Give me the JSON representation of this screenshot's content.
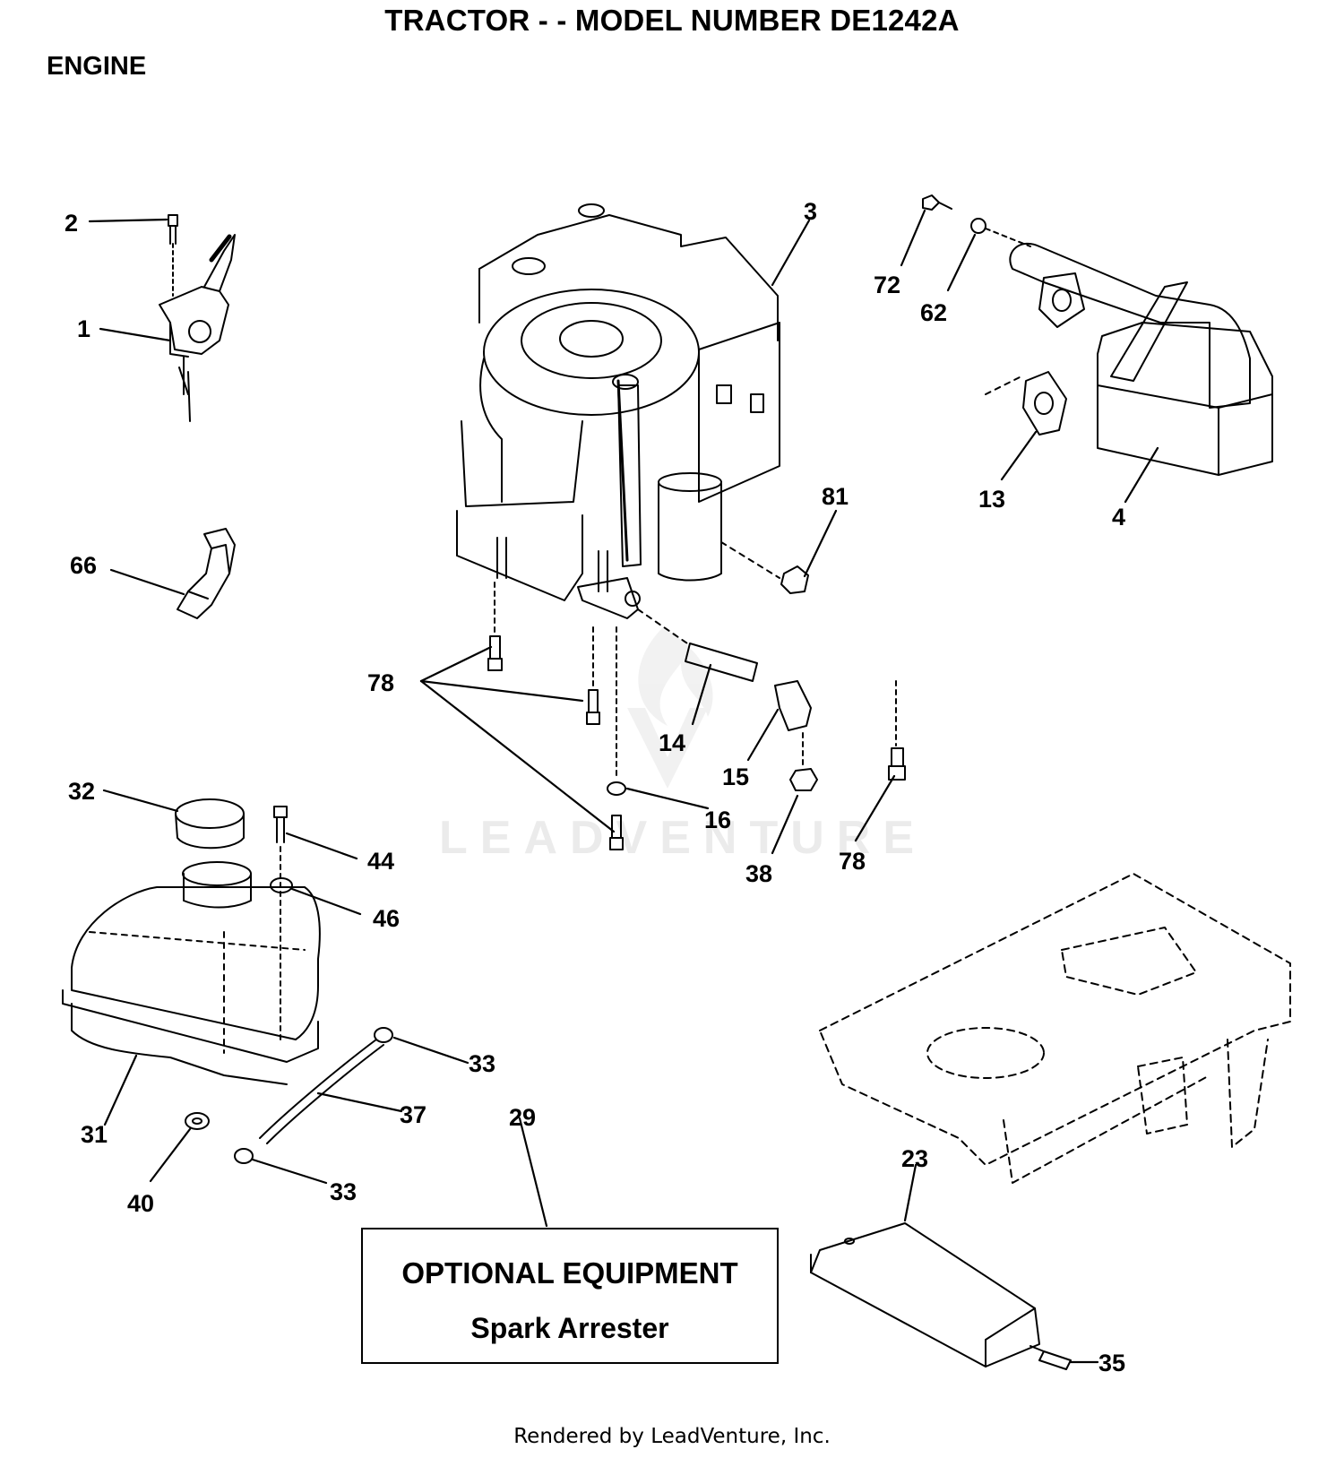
{
  "header": {
    "title": "TRACTOR - - MODEL NUMBER DE1242A",
    "section": "ENGINE"
  },
  "callouts": [
    "2",
    "1",
    "66",
    "3",
    "72",
    "62",
    "13",
    "4",
    "81",
    "78",
    "14",
    "15",
    "16",
    "38",
    "78",
    "32",
    "44",
    "46",
    "31",
    "33",
    "37",
    "33",
    "40",
    "29",
    "23",
    "35"
  ],
  "optional_box": {
    "title": "OPTIONAL EQUIPMENT",
    "subtitle": "Spark Arrester"
  },
  "watermark": "LEADVENTURE",
  "footer": "Rendered by LeadVenture, Inc."
}
